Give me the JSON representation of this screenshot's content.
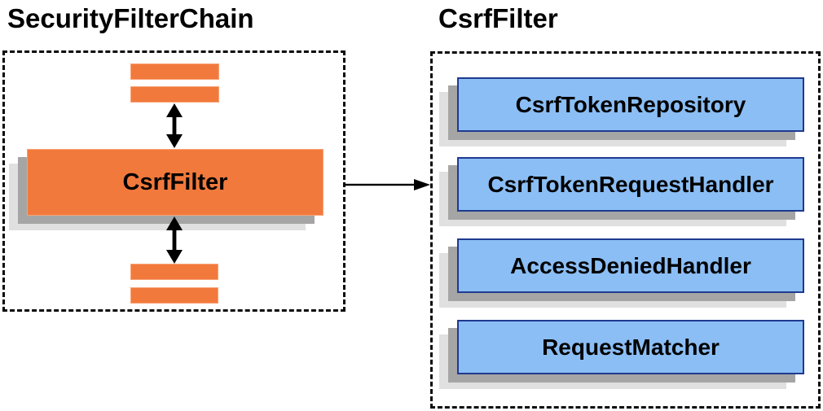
{
  "diagram": {
    "left": {
      "title": "SecurityFilterChain",
      "main_box_label": "CsrfFilter"
    },
    "right": {
      "title": "CsrfFilter",
      "components": [
        "CsrfTokenRepository",
        "CsrfTokenRequestHandler",
        "AccessDeniedHandler",
        "RequestMatcher"
      ]
    },
    "colors": {
      "orange_fill": "#F2793C",
      "orange_border": "#F8A377",
      "blue_fill": "#8BBEF5",
      "blue_border": "#1F3A8F",
      "shadow_dark": "#A5A5A5",
      "shadow_light": "#E0E0E0",
      "connector": "#000000",
      "text": "#000000"
    }
  }
}
